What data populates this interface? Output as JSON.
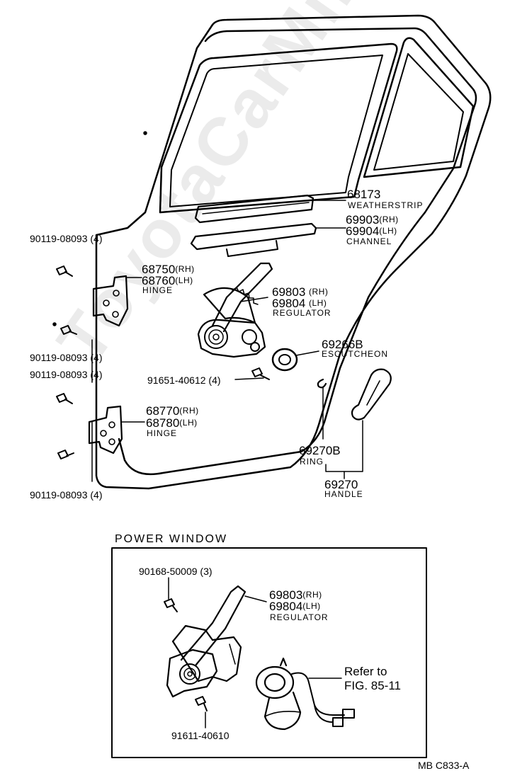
{
  "watermark": "ToyotaCarMine.ru",
  "labels": {
    "weatherstrip_no": "68173",
    "weatherstrip_name": "WEATHERSTRIP",
    "channel_rh": "69903",
    "channel_rh_sfx": "(RH)",
    "channel_lh": "69904",
    "channel_lh_sfx": "(LH)",
    "channel_name": "CHANNEL",
    "upper_hinge_rh": "68750",
    "upper_hinge_rh_sfx": "(RH)",
    "upper_hinge_lh": "68760",
    "upper_hinge_lh_sfx": "(LH)",
    "upper_hinge_name": "HINGE",
    "regulator_rh": "69803",
    "regulator_rh_sfx": "(RH)",
    "regulator_lh": "69804",
    "regulator_lh_sfx": "(LH)",
    "regulator_name": "REGULATOR",
    "escutcheon_no": "69266B",
    "escutcheon_name": "ESCUTCHEON",
    "lower_hinge_rh": "68770",
    "lower_hinge_rh_sfx": "(RH)",
    "lower_hinge_lh": "68780",
    "lower_hinge_lh_sfx": "(LH)",
    "lower_hinge_name": "HINGE",
    "ring_no": "69270B",
    "ring_name": "RING",
    "handle_no": "69270",
    "handle_name": "HANDLE",
    "bolt_1": "90119-08093 (4)",
    "bolt_2": "90119-08093 (4)",
    "bolt_3": "90119-08093 (4)",
    "bolt_4": "90119-08093 (4)",
    "bolt_regulator": "91651-40612 (4)"
  },
  "power_window": {
    "title": "POWER  WINDOW",
    "bolt_top": "90168-50009 (3)",
    "regulator_rh": "69803",
    "regulator_rh_sfx": "(RH)",
    "regulator_lh": "69804",
    "regulator_lh_sfx": "(LH)",
    "regulator_name": "REGULATOR",
    "refer_line1": "Refer to",
    "refer_line2": "FIG. 85-11",
    "bolt_bottom": "91611-40610"
  },
  "footer_code": "MB  C833-A"
}
